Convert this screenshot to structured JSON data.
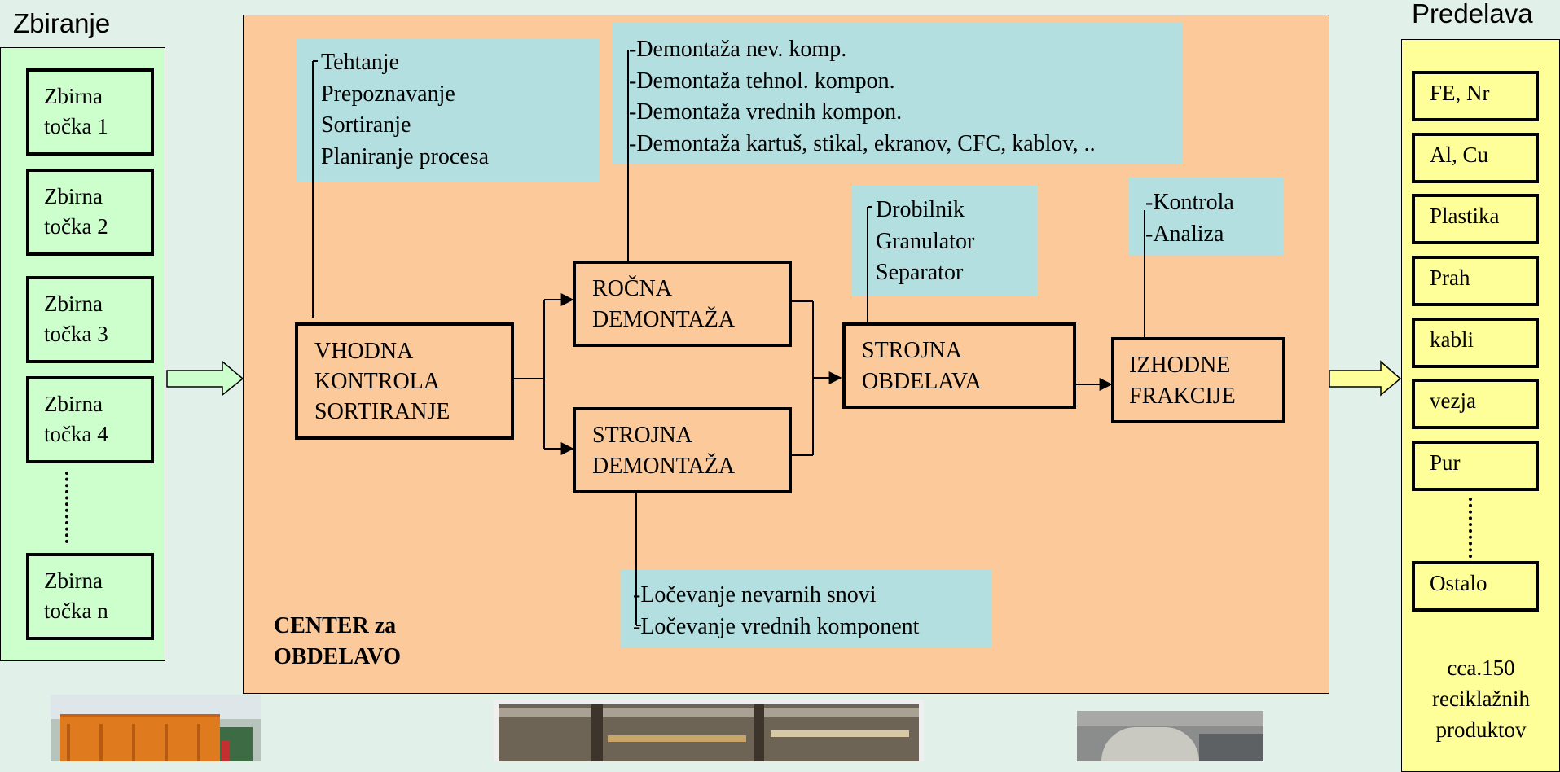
{
  "collection": {
    "title": "Zbiranje",
    "points": [
      "Zbirna točka 1",
      "Zbirna točka 2",
      "Zbirna točka 3",
      "Zbirna točka 4",
      "Zbirna točka n"
    ]
  },
  "processing": {
    "title": "Predelava",
    "fractions": [
      "FE, Nr",
      "Al, Cu",
      "Plastika",
      "Prah",
      "kabli",
      "vezja",
      "Pur",
      "Ostalo"
    ],
    "footer": "cca.150 reciklažnih produktov"
  },
  "center": {
    "label": "CENTER za OBDELAVO",
    "blocks": {
      "input": "VHODNA KONTROLA SORTIRANJE",
      "manual": "ROČNA DEMONTAŽA",
      "machine_dis": "STROJNA DEMONTAŽA",
      "machine_proc": "STROJNA OBDELAVA",
      "output": "IZHODNE FRAKCIJE"
    },
    "notes": {
      "input": [
        "Tehtanje",
        "Prepoznavanje",
        "Sortiranje",
        "Planiranje procesa"
      ],
      "manual": [
        "-Demontaža nev. komp.",
        "-Demontaža tehnol. kompon.",
        "-Demontaža vrednih kompon.",
        "-Demontaža kartuš, stikal, ekranov, CFC, kablov, .."
      ],
      "machine_proc": [
        "Drobilnik",
        "Granulator",
        "Separator"
      ],
      "output": [
        "-Kontrola",
        "-Analiza"
      ],
      "machine_dis": [
        "-Ločevanje nevarnih snovi",
        "-Ločevanje vrednih komponent"
      ]
    }
  },
  "colors": {
    "background": "#e2f0ea",
    "collection_panel": "#ccffcc",
    "center_panel": "#fcc99b",
    "notes": "#b4dfe0",
    "processing_panel": "#ffff99"
  }
}
